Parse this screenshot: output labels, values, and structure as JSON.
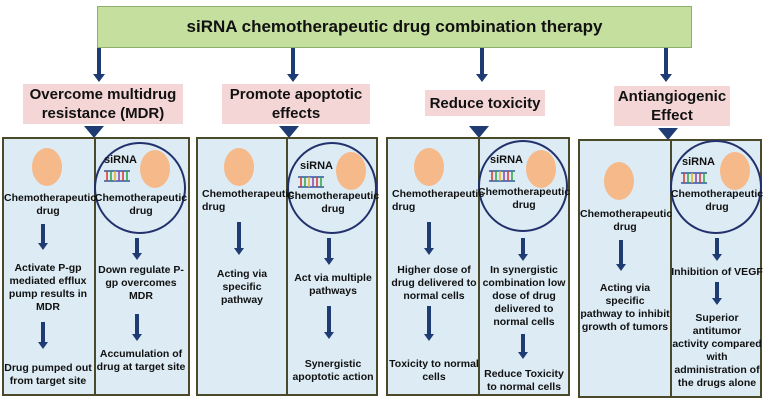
{
  "title": "siRNA chemotherapeutic drug combination therapy",
  "sections": [
    {
      "heading": [
        "Overcome multidrug",
        "resistance (MDR)"
      ],
      "left": {
        "cell_label": [
          "Chemotherapeutic",
          "drug"
        ],
        "step1": [
          "Activate P-gp",
          "mediated efflux",
          "pump  results in",
          "MDR"
        ],
        "step2": [
          "Drug pumped out",
          "from target site"
        ]
      },
      "right": {
        "sirna": "siRNA",
        "cell_label": [
          "Chemotherapeutic",
          "drug"
        ],
        "step1": [
          "Down regulate P-",
          "gp overcomes",
          "MDR"
        ],
        "step2": [
          "Accumulation of",
          "drug at target site"
        ]
      }
    },
    {
      "heading": [
        "Promote apoptotic",
        "effects"
      ],
      "left": {
        "cell_label": [
          "Chemotherapeutic",
          "drug"
        ],
        "step1": [
          "Acting via specific",
          "pathway"
        ]
      },
      "right": {
        "sirna": "siRNA",
        "cell_label": [
          "Chemotherapeutic",
          "drug"
        ],
        "step1": [
          "Act via multiple",
          "pathways"
        ],
        "step2": [
          "Synergistic",
          "apoptotic action"
        ]
      }
    },
    {
      "heading": [
        "Reduce toxicity"
      ],
      "left": {
        "cell_label": [
          "Chemotherapeutic",
          "drug"
        ],
        "step1": [
          "Higher dose of",
          "drug delivered to",
          "normal cells"
        ],
        "step2": [
          "Toxicity to normal",
          "cells"
        ]
      },
      "right": {
        "sirna": "siRNA",
        "cell_label": [
          "Chemotherapeutic",
          "drug"
        ],
        "step1": [
          "In  synergistic",
          "combination low",
          "dose of drug",
          "delivered to",
          "normal cells"
        ],
        "step2": [
          "Reduce Toxicity",
          "to normal cells"
        ]
      }
    },
    {
      "heading": [
        "Antiangiogenic",
        "Effect"
      ],
      "left": {
        "cell_label": [
          "Chemotherapeutic",
          "drug"
        ],
        "step1": [
          "Acting via specific",
          "pathway to inhibit",
          "growth of tumors"
        ]
      },
      "right": {
        "sirna": "siRNA",
        "cell_label": [
          "Chemotherapeutic",
          "drug"
        ],
        "step1": [
          "Inhibition of VEGF"
        ],
        "step2": [
          "Superior antitumor",
          "activity compared",
          "with",
          "administration of",
          "the drugs alone"
        ]
      }
    }
  ],
  "colors": {
    "title_bg": "#c5df9f",
    "heading_bg": "#f4d6d6",
    "panel_bg": "#dcebf4",
    "cell": "#f6b98a",
    "arrow": "#1f3b73"
  }
}
